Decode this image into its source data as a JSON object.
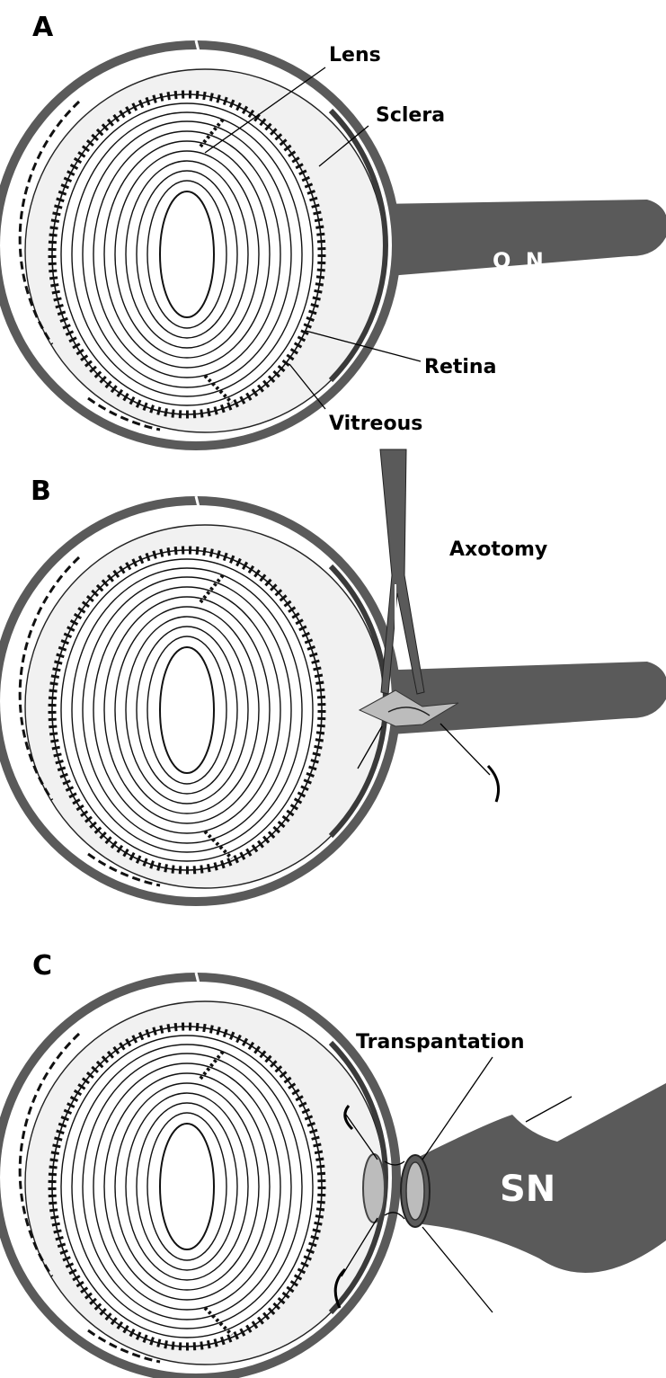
{
  "panels": [
    {
      "letter": "A",
      "labels": {
        "lens": "Lens",
        "sclera": "Sclera",
        "retina": "Retina",
        "vitreous": "Vitreous",
        "nerve": "O N"
      }
    },
    {
      "letter": "B",
      "labels": {
        "procedure": "Axotomy"
      }
    },
    {
      "letter": "C",
      "labels": {
        "procedure": "Transpantation",
        "nerve": "SN"
      }
    }
  ],
  "colors": {
    "sclera": "#5a5a5a",
    "nerve": "#5a5a5a",
    "vitreous": "#f1f1f1",
    "cut_site": "#bcbcbc",
    "background": "#ffffff"
  }
}
